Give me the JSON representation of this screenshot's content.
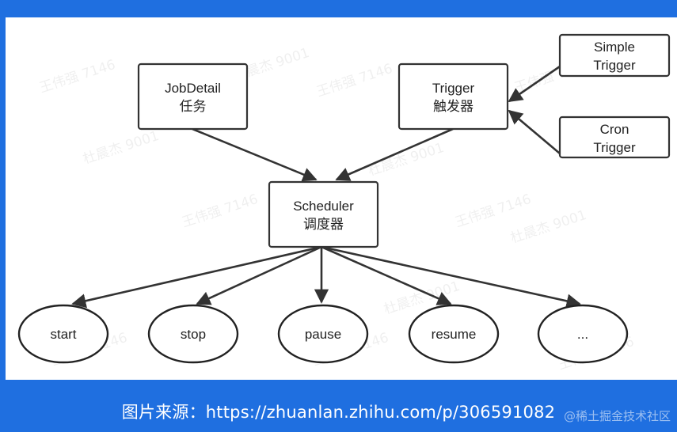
{
  "nodes": {
    "jobdetail": {
      "line1": "JobDetail",
      "line2": "任务"
    },
    "trigger": {
      "line1": "Trigger",
      "line2": "触发器"
    },
    "simple_trigger": {
      "line1": "Simple",
      "line2": "Trigger"
    },
    "cron_trigger": {
      "line1": "Cron",
      "line2": "Trigger"
    },
    "scheduler": {
      "line1": "Scheduler",
      "line2": "调度器"
    },
    "actions": [
      "start",
      "stop",
      "pause",
      "resume",
      "..."
    ]
  },
  "watermarks": [
    "王伟强 7146",
    "杜晨杰 9001"
  ],
  "caption": "图片来源：https://zhuanlan.zhihu.com/p/306591082",
  "credit": "@稀土掘金技术社区",
  "colors": {
    "frame": "#1f6fe0",
    "line": "#333333"
  }
}
